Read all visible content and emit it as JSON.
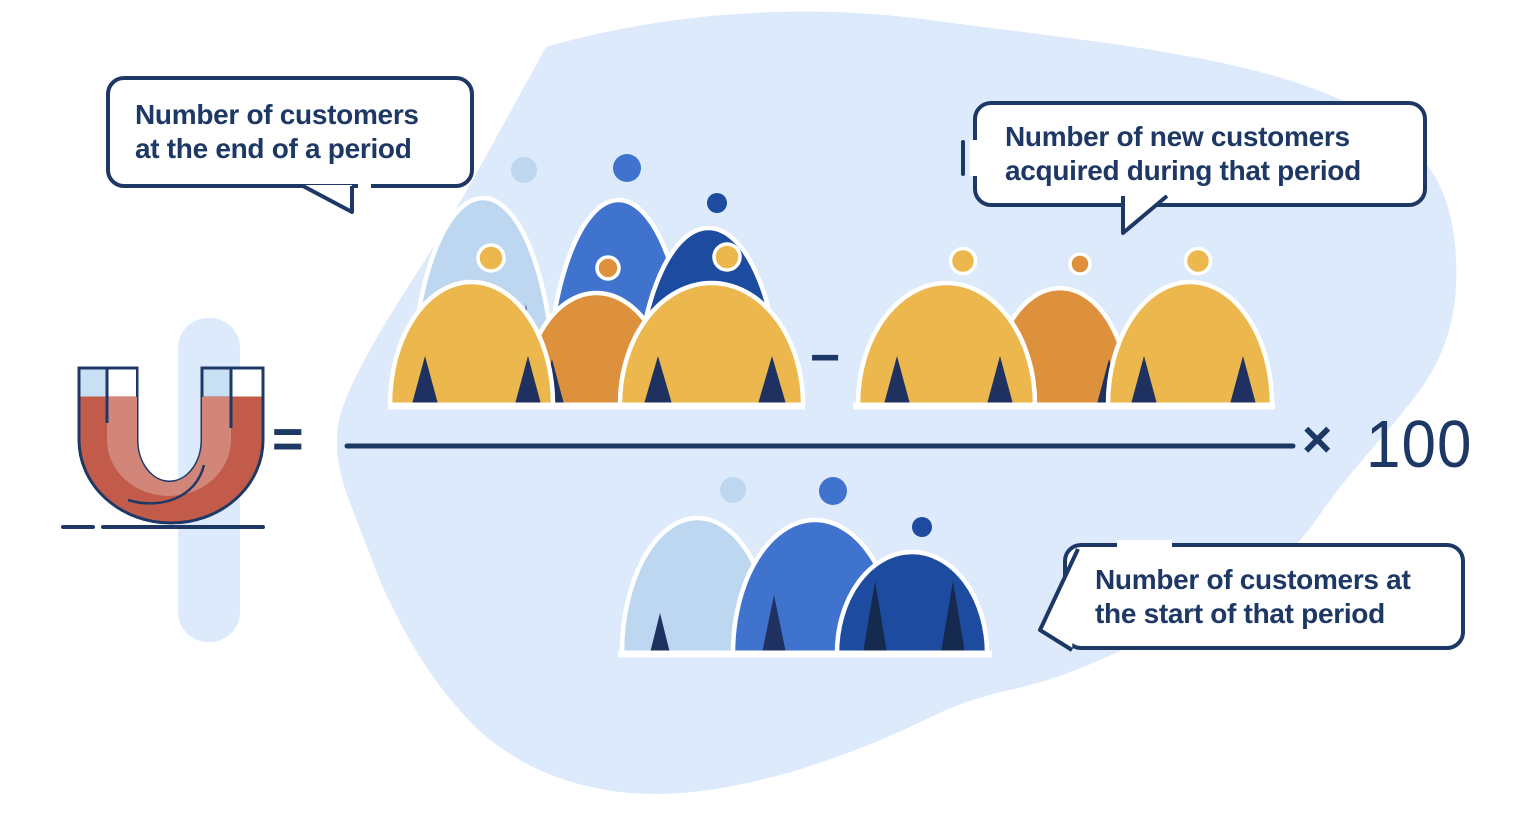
{
  "illustration": {
    "topic": "Customer retention rate formula",
    "callouts": {
      "end_of_period": {
        "line1": "Number of customers",
        "line2": "at the end of a period"
      },
      "new_customers": {
        "line1": "Number of new customers",
        "line2": "acquired during that period"
      },
      "start_of_period": {
        "line1": "Number of customers at",
        "line2": "the start of that period"
      }
    },
    "formula": {
      "equals": "=",
      "minus": "−",
      "times": "×",
      "multiplier": "100"
    },
    "figures": {
      "numerator_customers_at_end": 6,
      "numerator_new_customers": 3,
      "denominator_customers_at_start": 3
    }
  },
  "colors": {
    "navy": "#1e3866",
    "blob": "#dceafb",
    "person_light": "#bdd7f1",
    "person_medium": "#3f73cd",
    "person_dark": "#1d4b9f",
    "wedge": "#1e3160",
    "wedge_dark": "#16294f",
    "yellow": "#ecb84d",
    "orange": "#dd913c",
    "magnet_dark": "#c25b49",
    "magnet_light": "#d2867a",
    "magnet_tip": "#c9dff4",
    "white": "#ffffff"
  }
}
